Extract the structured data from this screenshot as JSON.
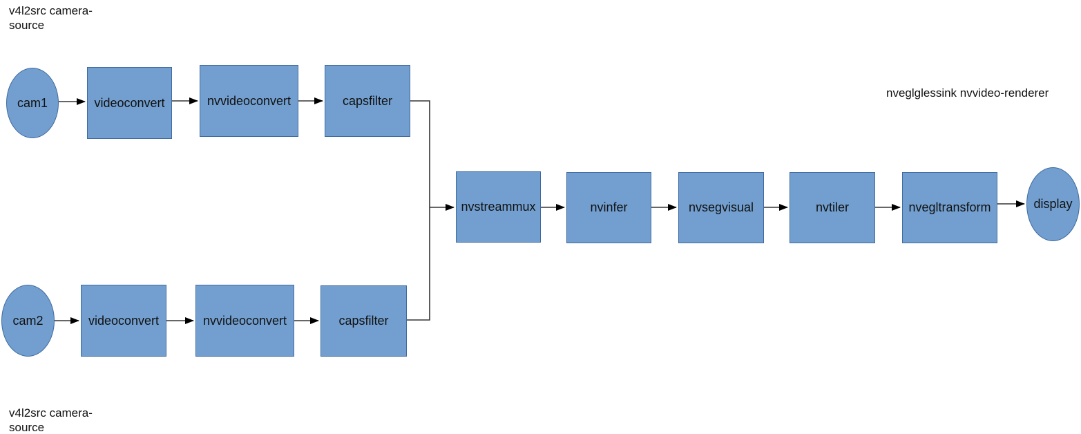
{
  "diagram": {
    "type": "flowchart",
    "description": "Dual-camera GStreamer DeepStream segmentation pipeline",
    "colors": {
      "background": "#ffffff",
      "node_fill": "#729fcf",
      "node_border": "#3e6aa0",
      "connector": "#333333",
      "arrowhead": "#000000",
      "text": "#111111"
    },
    "annotations": {
      "camera_source_top": {
        "line1": "v4l2src camera-",
        "line2": "source"
      },
      "camera_source_bottom": {
        "line1": "v4l2src camera-",
        "line2": "source"
      },
      "renderer_label": "nveglglessink nvvideo-renderer"
    },
    "nodes": {
      "cam1": {
        "label": "cam1",
        "shape": "ellipse"
      },
      "videoconvert1": {
        "label": "videoconvert",
        "shape": "rect"
      },
      "nvvideoconvert1": {
        "label": "nvvideoconvert",
        "shape": "rect"
      },
      "capsfilter1": {
        "label": "capsfilter",
        "shape": "rect"
      },
      "cam2": {
        "label": "cam2",
        "shape": "ellipse"
      },
      "videoconvert2": {
        "label": "videoconvert",
        "shape": "rect"
      },
      "nvvideoconvert2": {
        "label": "nvvideoconvert",
        "shape": "rect"
      },
      "capsfilter2": {
        "label": "capsfilter",
        "shape": "rect"
      },
      "nvstreammux": {
        "label": "nvstreammux",
        "shape": "rect"
      },
      "nvinfer": {
        "label": "nvinfer",
        "shape": "rect"
      },
      "nvsegvisual": {
        "label": "nvsegvisual",
        "shape": "rect"
      },
      "nvtiler": {
        "label": "nvtiler",
        "shape": "rect"
      },
      "nvegltransform": {
        "label": "nvegltransform",
        "shape": "rect"
      },
      "display": {
        "label": "display",
        "shape": "ellipse"
      }
    },
    "edges": [
      {
        "from": "cam1",
        "to": "videoconvert1"
      },
      {
        "from": "videoconvert1",
        "to": "nvvideoconvert1"
      },
      {
        "from": "nvvideoconvert1",
        "to": "capsfilter1"
      },
      {
        "from": "capsfilter1",
        "to": "nvstreammux"
      },
      {
        "from": "cam2",
        "to": "videoconvert2"
      },
      {
        "from": "videoconvert2",
        "to": "nvvideoconvert2"
      },
      {
        "from": "nvvideoconvert2",
        "to": "capsfilter2"
      },
      {
        "from": "capsfilter2",
        "to": "nvstreammux"
      },
      {
        "from": "nvstreammux",
        "to": "nvinfer"
      },
      {
        "from": "nvinfer",
        "to": "nvsegvisual"
      },
      {
        "from": "nvsegvisual",
        "to": "nvtiler"
      },
      {
        "from": "nvtiler",
        "to": "nvegltransform"
      },
      {
        "from": "nvegltransform",
        "to": "display"
      }
    ]
  }
}
